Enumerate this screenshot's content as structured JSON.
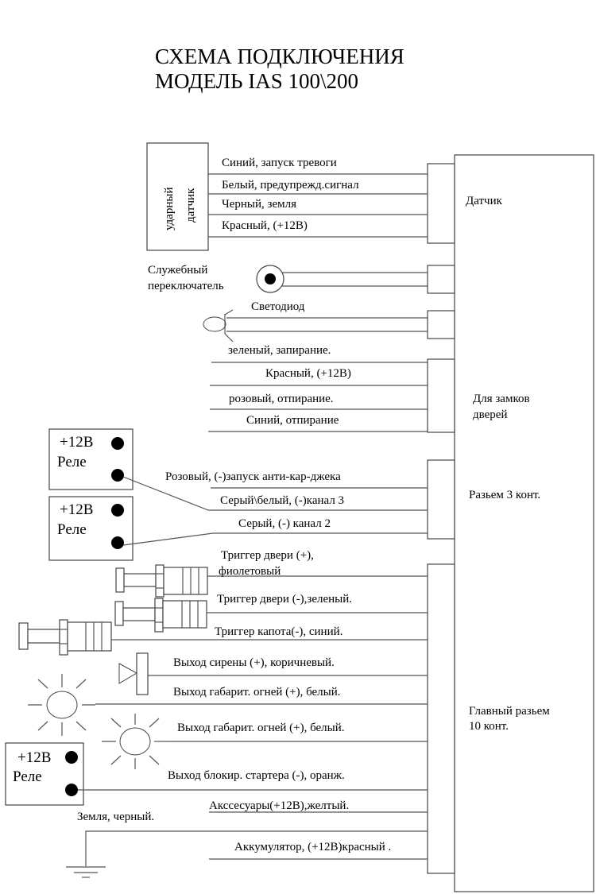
{
  "title": {
    "line1": "СХЕМА ПОДКЛЮЧЕНИЯ",
    "line2": "МОДЕЛЬ  IAS 100\\200"
  },
  "main_unit": {
    "sections": {
      "sensor": "Датчик",
      "door_locks_line1": "Для замков",
      "door_locks_line2": "дверей",
      "connector3_line1": "Разьем 3 конт.",
      "main_connector_line1": "Главный разьем",
      "main_connector_line2": "10 конт."
    }
  },
  "shock_sensor": {
    "label_line1": "ударный",
    "label_line2": "датчик",
    "wires": [
      "Синий, запуск тревоги",
      "Белый, предупрежд.сигнал",
      "Черный, земля",
      "Красный, (+12В)"
    ]
  },
  "service_switch": {
    "label_line1": "Служебный",
    "label_line2": "переключатель"
  },
  "led": {
    "label": "Светодиод"
  },
  "door_lock_wires": [
    "зеленый, запирание.",
    "Красный, (+12В)",
    "розовый, отпирание.",
    "Синий, отпирание"
  ],
  "relays": [
    {
      "voltage": "+12В",
      "label": "Реле"
    },
    {
      "voltage": "+12В",
      "label": "Реле"
    },
    {
      "voltage": "+12В",
      "label": "Реле"
    }
  ],
  "connector3_wires": [
    "Розовый, (-)запуск анти-кар-джека",
    "Серый\\белый, (-)канал 3",
    "Серый, (-) канал 2"
  ],
  "main_connector_wires": [
    {
      "line1": "Триггер двери (+),",
      "line2": "фиолетовый"
    },
    {
      "line1": "Триггер двери (-),зеленый."
    },
    {
      "line1": "Триггер капота(-), синий."
    },
    {
      "line1": "Выход сирены (+), коричневый."
    },
    {
      "line1": "Выход габарит. огней (+), белый."
    },
    {
      "line1": "Выход габарит. огней (+), белый."
    },
    {
      "line1": "Выход блокир. стартера (-), оранж."
    },
    {
      "line1": "Акссесуары(+12В),желтый."
    },
    {
      "line1": "Аккумулятор, (+12В)красный ."
    }
  ],
  "ground": {
    "label": "Земля, черный."
  }
}
